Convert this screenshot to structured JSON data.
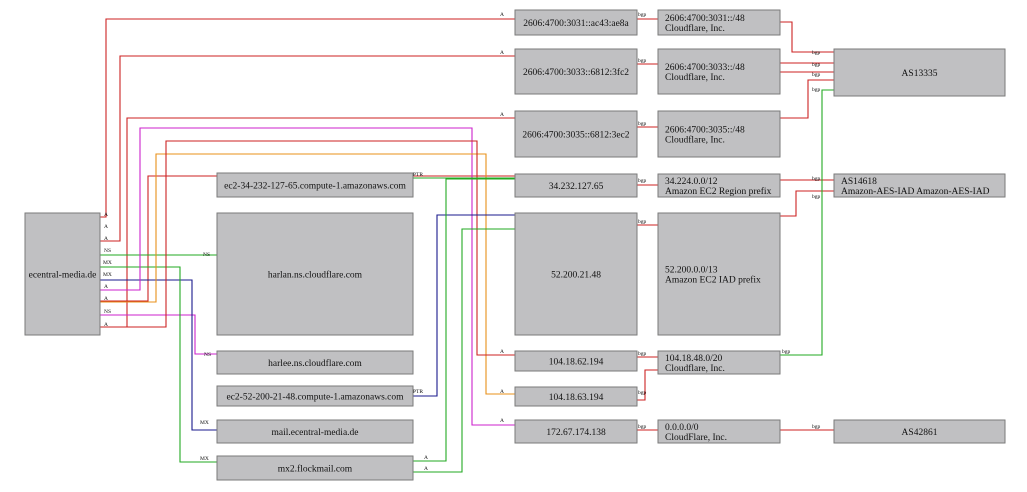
{
  "nodes": {
    "domain": "ecentral-media.de",
    "ip_ac43": "2606:4700:3031::ac43:ae8a",
    "ip_6812_3fc2": "2606:4700:3033::6812:3fc2",
    "ip_6812_3ec2": "2606:4700:3035::6812:3ec2",
    "ip_34": "34.232.127.65",
    "ip_52": "52.200.21.48",
    "ip_104_62": "104.18.62.194",
    "ip_104_63": "104.18.63.194",
    "ip_172": "172.67.174.138",
    "ptr_ec2_34": "ec2-34-232-127-65.compute-1.amazonaws.com",
    "ns_harlan": "harlan.ns.cloudflare.com",
    "ns_harlee": "harlee.ns.cloudflare.com",
    "ptr_ec2_52": "ec2-52-200-21-48.compute-1.amazonaws.com",
    "mx_mail": "mail.ecentral-media.de",
    "mx_mx2": "mx2.flockmail.com",
    "pfx_3031": [
      "2606:4700:3031::/48",
      "Cloudflare, Inc."
    ],
    "pfx_3033": [
      "2606:4700:3033::/48",
      "Cloudflare, Inc."
    ],
    "pfx_3035": [
      "2606:4700:3035::/48",
      "Cloudflare, Inc."
    ],
    "pfx_34": [
      "34.224.0.0/12",
      "Amazon EC2 Region prefix"
    ],
    "pfx_52": [
      "52.200.0.0/13",
      "Amazon EC2 IAD prefix"
    ],
    "pfx_104": [
      "104.18.48.0/20",
      "Cloudflare, Inc."
    ],
    "pfx_0": [
      "0.0.0.0/0",
      "CloudFlare, Inc."
    ],
    "as_13335": "AS13335",
    "as_14618": [
      "AS14618",
      "Amazon-AES-IAD Amazon-AES-IAD"
    ],
    "as_42861": "AS42861"
  },
  "edge_labels": {
    "a": "A",
    "ns": "NS",
    "mx": "MX",
    "ptr": "PTR",
    "bgp": "bgp"
  },
  "colors": {
    "red": "#cc2222",
    "green": "#22aa22",
    "magenta": "#cc22cc",
    "orange": "#e8901a",
    "navy": "#1a1a8c",
    "node_fill": "#c0c0c2"
  }
}
